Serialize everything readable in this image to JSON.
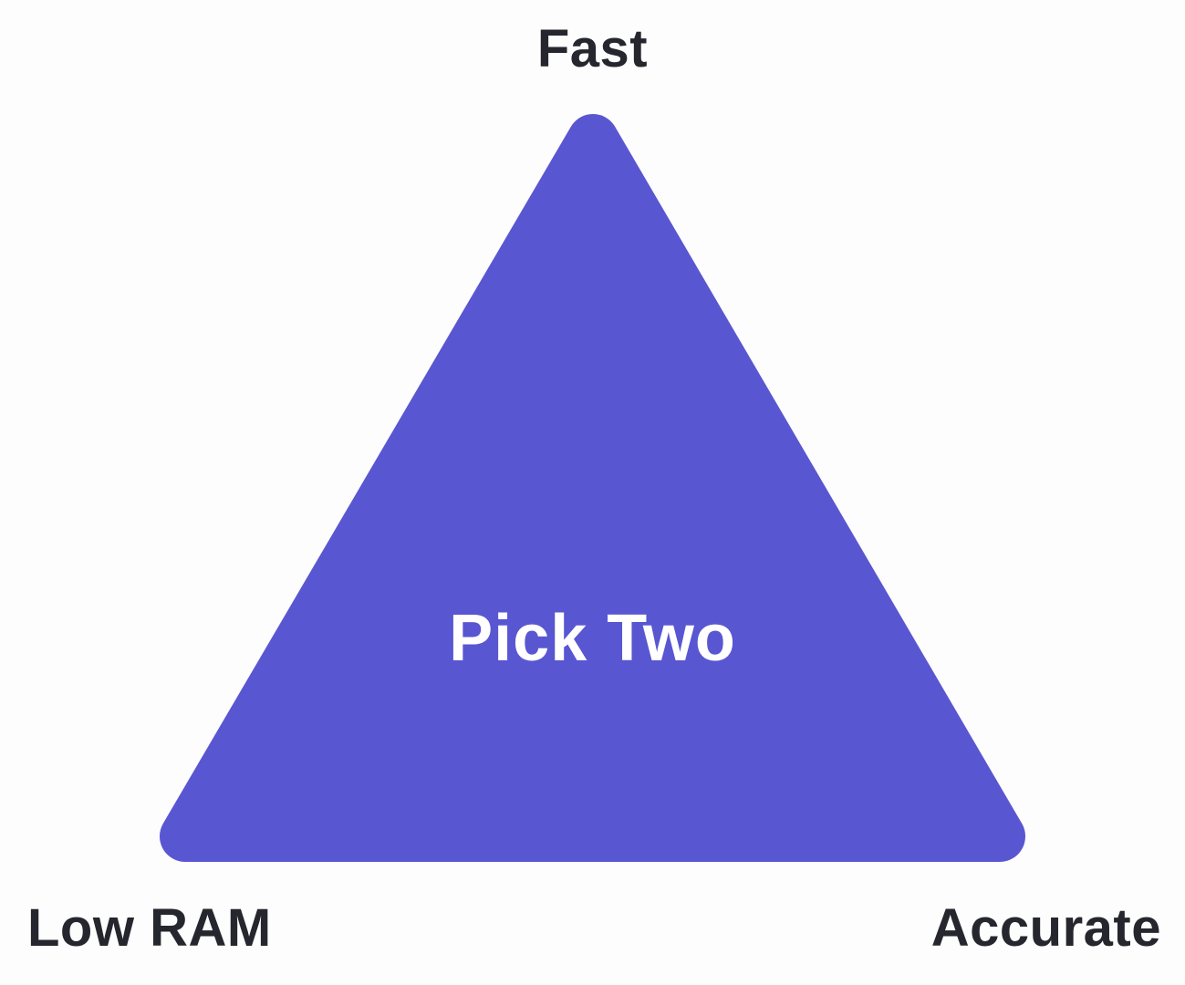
{
  "diagram": {
    "type": "tradeoff-triangle",
    "center_label": "Pick Two",
    "vertices": {
      "top": "Fast",
      "bottom_left": "Low RAM",
      "bottom_right": "Accurate"
    }
  },
  "colors": {
    "bg": "#fdfdfd",
    "triangle": "#5956d2",
    "label": "#26262e",
    "center-text": "#ffffff"
  }
}
